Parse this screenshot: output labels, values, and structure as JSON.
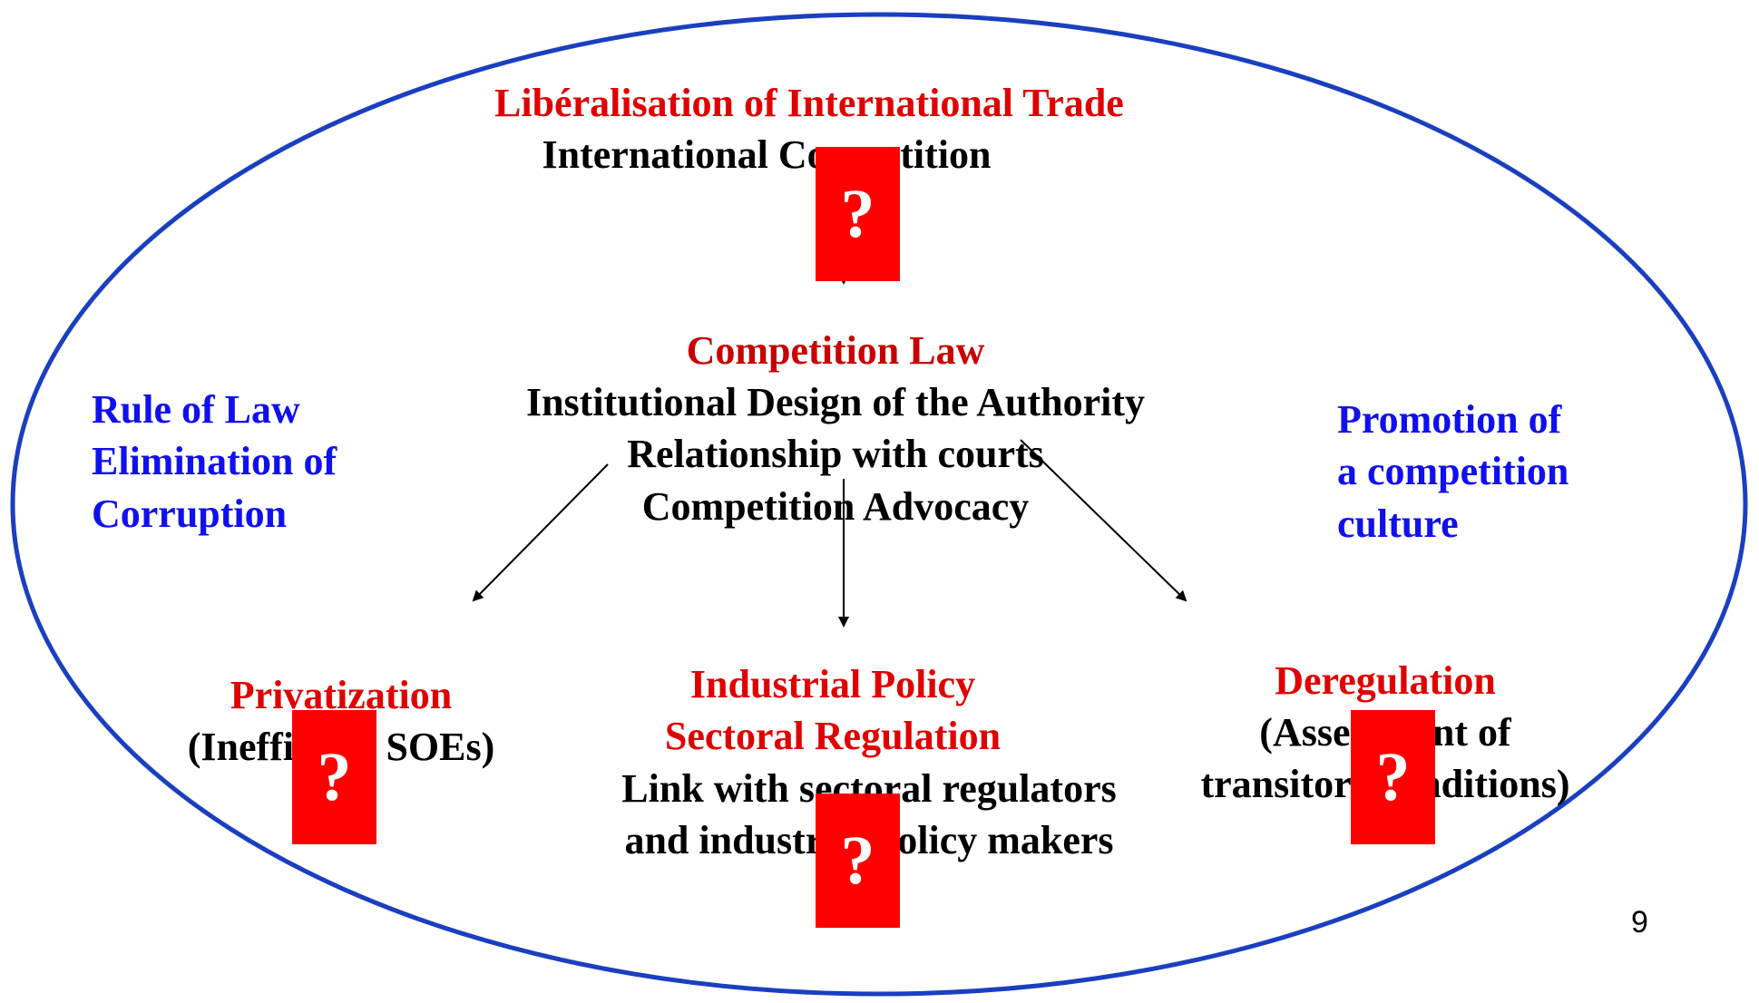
{
  "colors": {
    "ellipse": "#1a3fbf",
    "primary_red": "#e00000",
    "dark_red": "#c80000",
    "blue": "#1010ee",
    "black": "#000000",
    "question_box": "#ff0000"
  },
  "top": {
    "title": "Libéralisation of International Trade",
    "subtitle": "International Competition"
  },
  "center": {
    "title": "Competition Law",
    "lines": [
      "Institutional Design of the Authority",
      "Relationship with courts",
      "Competition Advocacy"
    ]
  },
  "left_side": {
    "lines": [
      "Rule of Law",
      "Elimination of",
      "Corruption"
    ]
  },
  "right_side": {
    "lines": [
      "Promotion of",
      "a competition",
      "culture"
    ]
  },
  "privatization": {
    "title": "Privatization",
    "detail": "(Inefficient SOEs)"
  },
  "industrial": {
    "title_lines": [
      "Industrial Policy",
      "Sectoral Regulation"
    ],
    "detail_lines": [
      "Link with sectoral regulators",
      "and industrial policy makers"
    ]
  },
  "deregulation": {
    "title": "Deregulation",
    "detail_lines": [
      "(Assessment of",
      "transitory conditions)"
    ]
  },
  "question_mark": "?",
  "page_number": "9"
}
